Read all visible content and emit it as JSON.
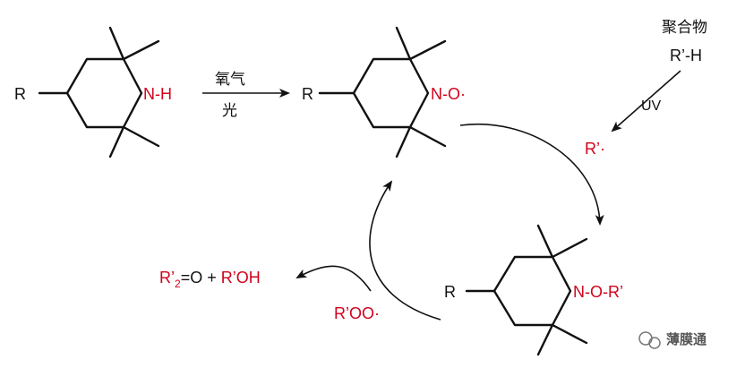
{
  "molecules": {
    "amine": {
      "substituent": "R",
      "group": "N-H"
    },
    "nitroxide": {
      "substituent": "R",
      "group": "N-O·"
    },
    "alkoxyamine": {
      "substituent": "R",
      "group": "N-O-R’"
    }
  },
  "conditions": {
    "oxygen": "氧气",
    "light": "光",
    "uv": "UV"
  },
  "species": {
    "polymer_label": "聚合物",
    "polymer_formula": "R’-H",
    "alkyl_radical": "R’·",
    "peroxy_radical": "R’OO·"
  },
  "products": {
    "ketone_r": "R’",
    "ketone_sub": "2",
    "ketone_rest": "=O + ",
    "alcohol": "R’OH"
  },
  "watermark": "薄膜通"
}
